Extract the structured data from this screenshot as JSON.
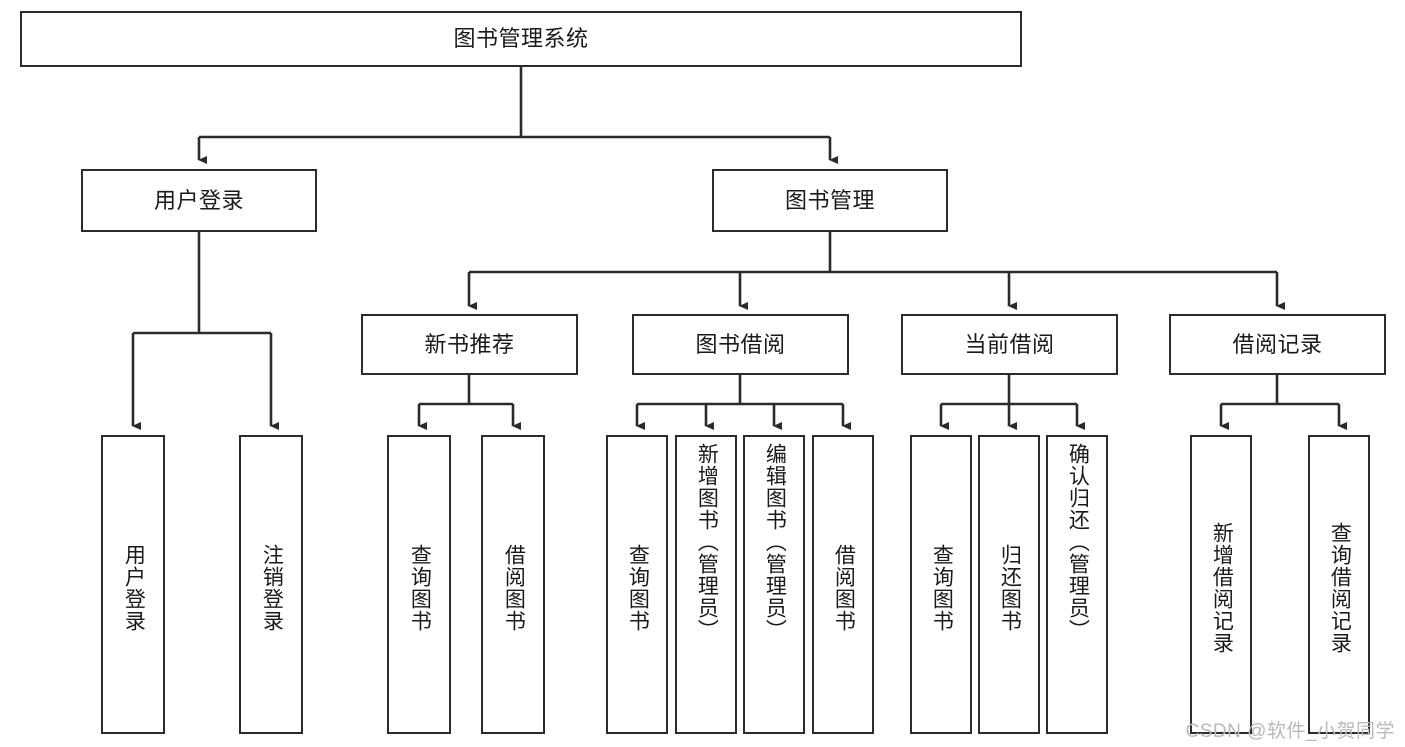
{
  "diagram": {
    "title": "图书管理系统",
    "type": "tree-hierarchy-chart",
    "colors": {
      "box_stroke": "#2b2b2b",
      "box_fill": "#ffffff",
      "connector": "#2b2b2b",
      "text": "#1a1a1a",
      "watermark": "#b9b9b9",
      "background": "#ffffff"
    },
    "watermark": "CSDN @软件_小贺同学"
  },
  "nodes": {
    "root": {
      "label": "图书管理系统"
    },
    "level2": [
      {
        "id": "user-login",
        "label": "用户登录"
      },
      {
        "id": "book-management",
        "label": "图书管理"
      }
    ],
    "level3": [
      {
        "id": "new-book-recommend",
        "label": "新书推荐"
      },
      {
        "id": "book-borrow",
        "label": "图书借阅"
      },
      {
        "id": "current-borrow",
        "label": "当前借阅"
      },
      {
        "id": "borrow-record",
        "label": "借阅记录"
      }
    ],
    "leaves": {
      "user_login": [
        {
          "id": "leaf-user-login",
          "label": "用户登录"
        },
        {
          "id": "leaf-logout-login",
          "label": "注销登录"
        }
      ],
      "new_book_recommend": [
        {
          "id": "leaf-query-book-1",
          "label": "查询图书"
        },
        {
          "id": "leaf-borrow-book-1",
          "label": "借阅图书"
        }
      ],
      "book_borrow": [
        {
          "id": "leaf-query-book-2",
          "label": "查询图书"
        },
        {
          "id": "leaf-add-book",
          "label": "新增图书（管理员）"
        },
        {
          "id": "leaf-edit-book",
          "label": "编辑图书（管理员）"
        },
        {
          "id": "leaf-borrow-book-2",
          "label": "借阅图书"
        }
      ],
      "current_borrow": [
        {
          "id": "leaf-query-book-3",
          "label": "查询图书"
        },
        {
          "id": "leaf-return-book",
          "label": "归还图书"
        },
        {
          "id": "leaf-confirm-return",
          "label": "确认归还（管理员）"
        }
      ],
      "borrow_record": [
        {
          "id": "leaf-add-record",
          "label": "新增借阅记录"
        },
        {
          "id": "leaf-query-record",
          "label": "查询借阅记录"
        }
      ]
    }
  }
}
